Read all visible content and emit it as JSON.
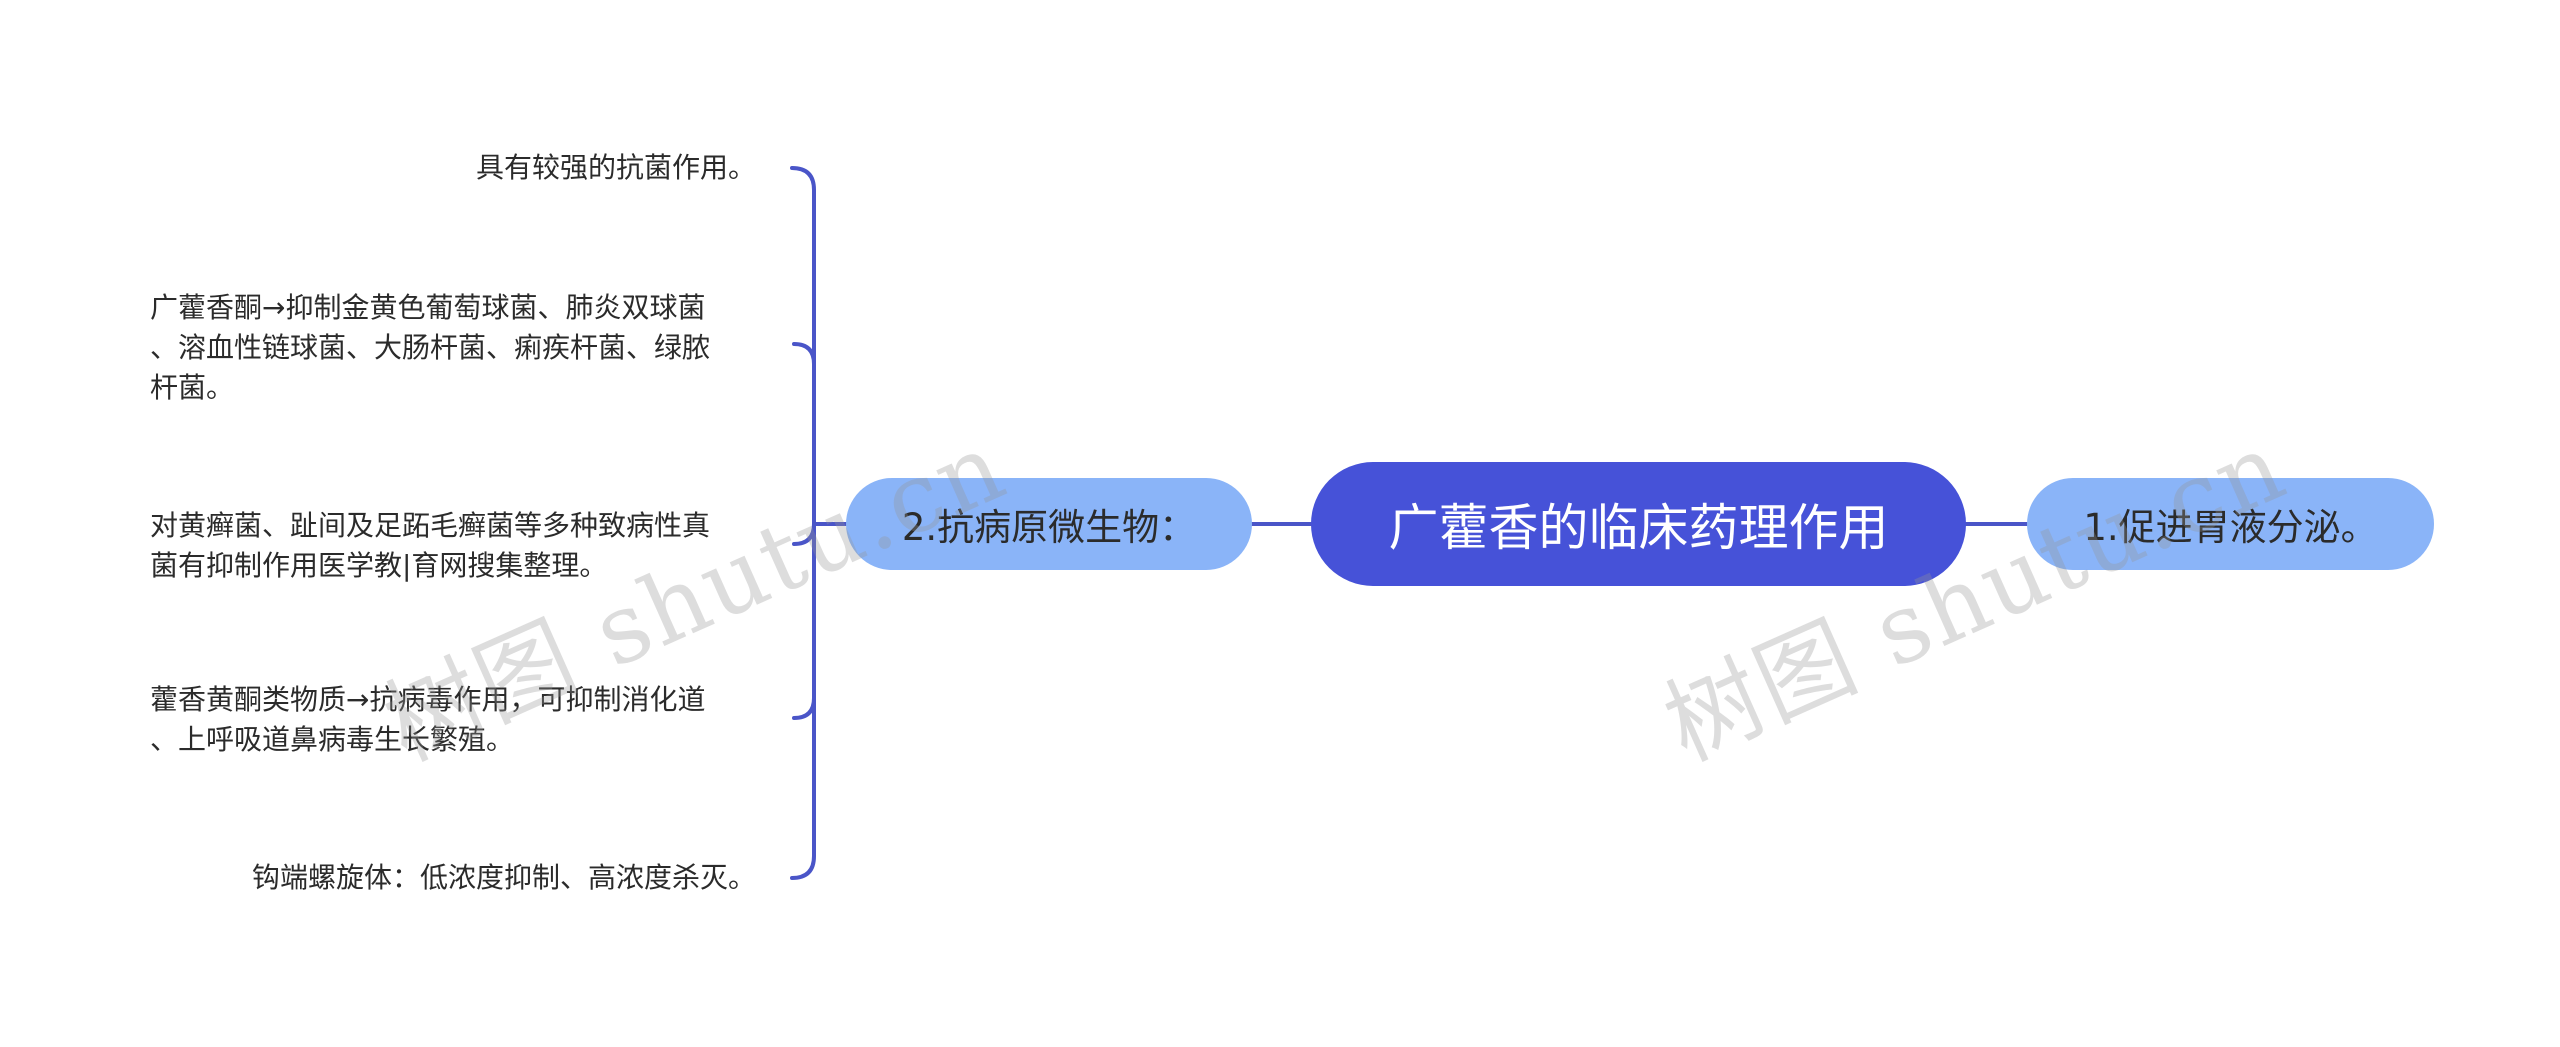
{
  "mindmap": {
    "root": {
      "label": "广藿香的临床药理作用"
    },
    "branches": {
      "left": {
        "label": "2.抗病原微生物："
      },
      "right": {
        "label": "1.促进胃液分泌。"
      }
    },
    "leaves": [
      {
        "text": "具有较强的抗菌作用。"
      },
      {
        "lines": [
          "广藿香酮→抑制金黄色葡萄球菌、肺炎双球菌",
          "、溶血性链球菌、大肠杆菌、痢疾杆菌、绿脓",
          "杆菌。"
        ]
      },
      {
        "lines": [
          "对黄癣菌、趾间及足跖毛癣菌等多种致病性真",
          "菌有抑制作用医学教|育网搜集整理。"
        ]
      },
      {
        "lines": [
          "藿香黄酮类物质→抗病毒作用，可抑制消化道",
          "、上呼吸道鼻病毒生长繁殖。"
        ]
      },
      {
        "text": "钩端螺旋体：低浓度抑制、高浓度杀灭。"
      }
    ],
    "colors": {
      "root_fill": "#4652d8",
      "branch_fill": "#8ab4f8",
      "connector": "#4a55c8",
      "text": "#2b2b2b"
    }
  },
  "watermarks": [
    {
      "text": "树图 shutu.cn"
    },
    {
      "text": "树图 shutu.cn"
    }
  ]
}
